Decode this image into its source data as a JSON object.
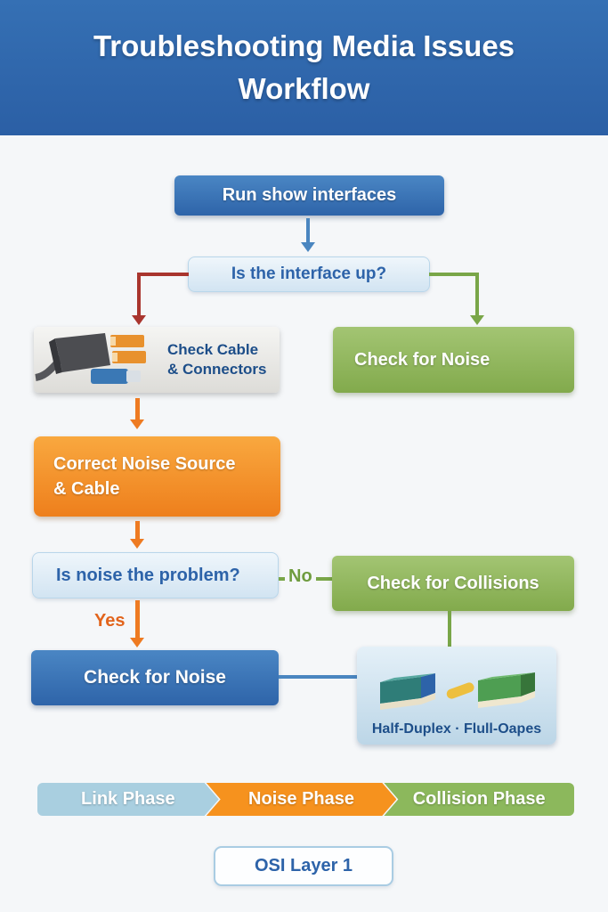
{
  "header": {
    "title_line1": "Troubleshooting Media Issues",
    "title_line2": "Workflow"
  },
  "flow": {
    "run_show": {
      "label": "Run show interfaces"
    },
    "interface_up": {
      "label": "Is the interface up?"
    },
    "check_cable": {
      "line1": "Check Cable",
      "line2": "& Connectors"
    },
    "check_noise_right": {
      "label": "Check for Noise"
    },
    "correct_noise": {
      "line1": "Correct Noise Source",
      "line2": "& Cable"
    },
    "noise_problem": {
      "label": "Is noise the problem?"
    },
    "no_label": "No",
    "yes_label": "Yes",
    "check_collisions": {
      "label": "Check for Collisions"
    },
    "check_noise_left": {
      "label": "Check for Noise"
    },
    "duplex": {
      "caption": "Half-Duplex · Flull-Oapes"
    }
  },
  "legend": {
    "items": [
      {
        "label": "Link Phase",
        "color": "#a9cfe0"
      },
      {
        "label": "Noise Phase",
        "color": "#f6921e"
      },
      {
        "label": "Collision Phase",
        "color": "#8cb85c"
      }
    ]
  },
  "footer": {
    "osi_label": "OSI Layer 1"
  },
  "colors": {
    "header_bg": "#2e64a9",
    "blue_node": "#2e64a9",
    "green_node": "#82aa4c",
    "orange_node": "#ee7f1c",
    "light_node": "#d2e4f2",
    "red_arrow": "#a9352e",
    "green_arrow": "#79a648",
    "orange_arrow": "#ee7b22",
    "blue_arrow": "#4a86c0"
  }
}
